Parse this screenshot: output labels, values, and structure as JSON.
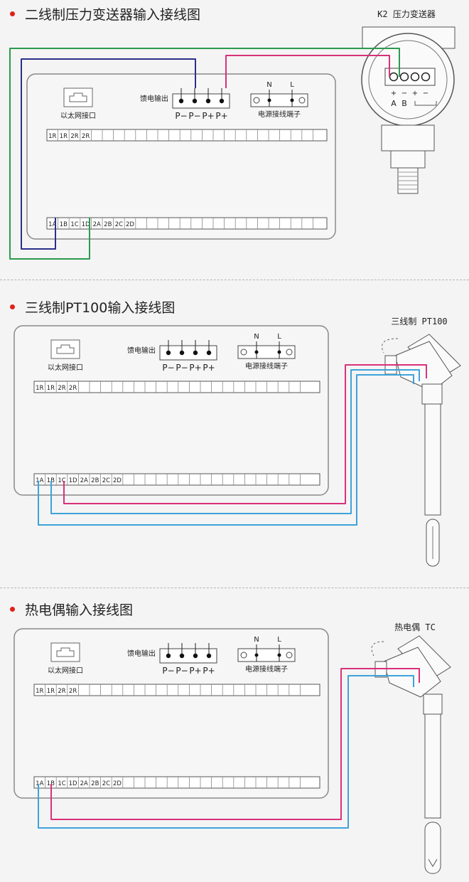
{
  "sections": [
    {
      "title": "二线制压力变送器输入接线图",
      "sensor_label": "K2 压力变送器",
      "sensor_terminals": [
        "+",
        "−",
        "+",
        "−"
      ],
      "sensor_terminal_names": [
        "A",
        "B"
      ],
      "ethernet_label": "以太网接口",
      "feed_label": "馈电输出",
      "feed_terminals": [
        "P−",
        "P−",
        "P+",
        "P+"
      ],
      "power_label": "电源接线端子",
      "power_terminals": [
        "N",
        "L"
      ],
      "top_terminals": [
        "1R",
        "1R",
        "2R",
        "2R"
      ],
      "bottom_terminals": [
        "1A",
        "1B",
        "1C",
        "1D",
        "2A",
        "2B",
        "2C",
        "2D"
      ]
    },
    {
      "title": "三线制PT100输入接线图",
      "sensor_label": "三线制 PT100",
      "ethernet_label": "以太网接口",
      "feed_label": "馈电输出",
      "feed_terminals": [
        "P−",
        "P−",
        "P+",
        "P+"
      ],
      "power_label": "电源接线端子",
      "power_terminals": [
        "N",
        "L"
      ],
      "top_terminals": [
        "1R",
        "1R",
        "2R",
        "2R"
      ],
      "bottom_terminals": [
        "1A",
        "1B",
        "1C",
        "1D",
        "2A",
        "2B",
        "2C",
        "2D"
      ]
    },
    {
      "title": "热电偶输入接线图",
      "sensor_label": "热电偶 TC",
      "ethernet_label": "以太网接口",
      "feed_label": "馈电输出",
      "feed_terminals": [
        "P−",
        "P−",
        "P+",
        "P+"
      ],
      "power_label": "电源接线端子",
      "power_terminals": [
        "N",
        "L"
      ],
      "top_terminals": [
        "1R",
        "1R",
        "2R",
        "2R"
      ],
      "bottom_terminals": [
        "1A",
        "1B",
        "1C",
        "1D",
        "2A",
        "2B",
        "2C",
        "2D"
      ]
    }
  ],
  "colors": {
    "green": "#2a9a4e",
    "navy": "#2b2f8a",
    "magenta": "#d8317a",
    "blue": "#3ea2da",
    "bullet": "#e0211b"
  }
}
